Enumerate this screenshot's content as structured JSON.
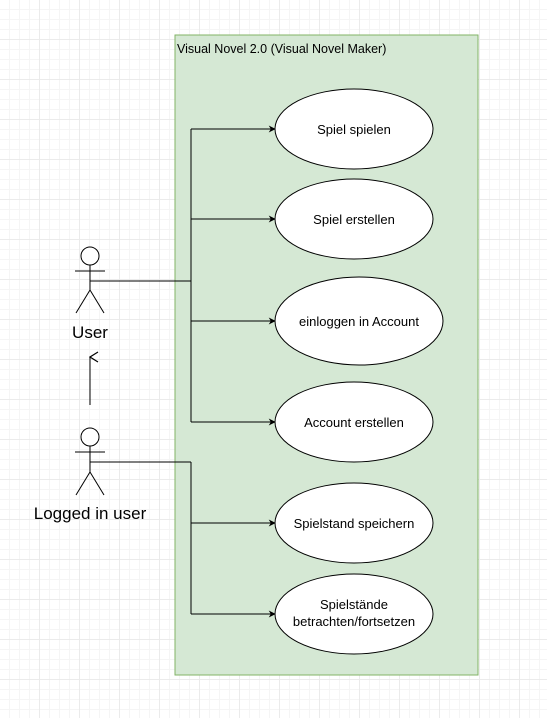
{
  "colors": {
    "system_fill": "#d5e8d4",
    "system_stroke": "#82b366",
    "line": "#000000",
    "ellipse_fill": "#ffffff"
  },
  "system": {
    "title": "Visual Novel 2.0 (Visual Novel Maker)"
  },
  "actors": {
    "user": {
      "label": "User"
    },
    "logged_in_user": {
      "label": "Logged in user"
    }
  },
  "use_cases": {
    "spiel_spielen": "Spiel spielen",
    "spiel_erstellen": "Spiel erstellen",
    "einloggen": "einloggen in Account",
    "account_erstellen": "Account erstellen",
    "spielstand_speichern": "Spielstand speichern",
    "spielstaende_line1": "Spielstände",
    "spielstaende_line2": "betrachten/fortsetzen"
  },
  "relations": [
    {
      "from": "user",
      "to": "spiel_spielen",
      "type": "association"
    },
    {
      "from": "user",
      "to": "spiel_erstellen",
      "type": "association"
    },
    {
      "from": "user",
      "to": "einloggen",
      "type": "association"
    },
    {
      "from": "user",
      "to": "account_erstellen",
      "type": "association"
    },
    {
      "from": "logged_in_user",
      "to": "spielstand_speichern",
      "type": "association"
    },
    {
      "from": "logged_in_user",
      "to": "spielstaende_betrachten_fortsetzen",
      "type": "association"
    },
    {
      "from": "logged_in_user",
      "to": "user",
      "type": "generalization"
    }
  ]
}
